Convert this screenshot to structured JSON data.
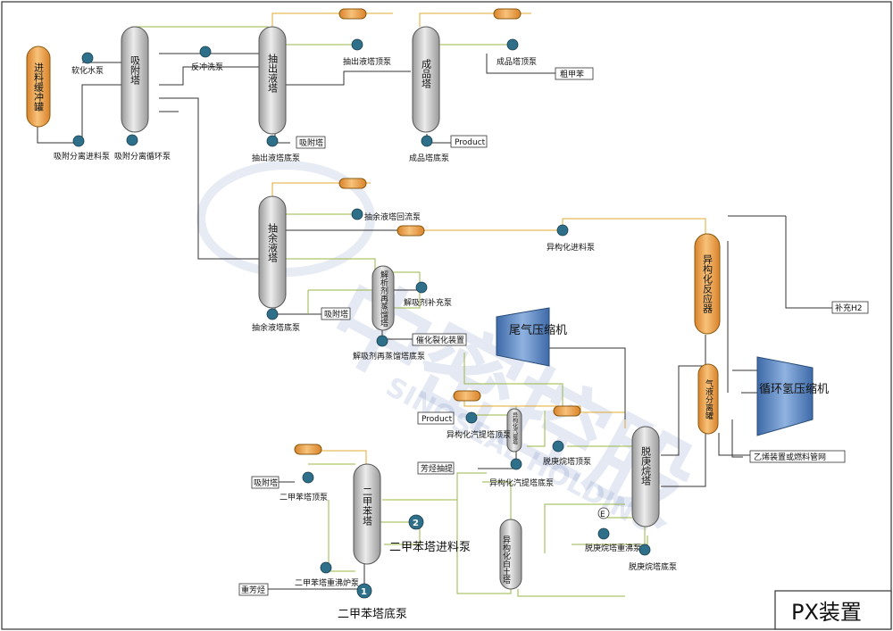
{
  "title": "PX装置",
  "colors": {
    "vessel_gray": "#c8c8c8",
    "vessel_orange": "#f0a040",
    "pump": "#2e6f8a",
    "compressor": "#4a78b8",
    "pipe_dark": "#333333",
    "pipe_green": "#9ab54a",
    "pipe_orange": "#e0a830",
    "watermark": "#3b5ea8"
  },
  "watermark": {
    "cn": "中密控股",
    "en": "SINOSEAL HOLDING"
  },
  "vessels": {
    "feed_tank": "进料缓冲罐",
    "adsorption_tower": "吸附塔",
    "extract_tower": "抽出液塔",
    "product_tower": "成品塔",
    "raffinate_tower": "抽余液塔",
    "desorbent_tower": "解析剂再蒸馏塔",
    "isomer_reactor": "异构化反应器",
    "gas_liquid_separator": "气液分离罐",
    "deheptanizer": "脱庚烷塔",
    "isomer_stripper": "异构化汽提塔",
    "xylene_tower": "二甲苯塔",
    "isomer_clay_tower": "异构化白土塔"
  },
  "compressors": {
    "tail_gas": "尾气压缩机",
    "recycle_h2": "循环氢压缩机"
  },
  "pumps": {
    "soft_water": "软化水泵",
    "adsorption_feed": "吸附分离进料泵",
    "adsorption_circ": "吸附分离循环泵",
    "flush": "反冲洗泵",
    "extract_top": "抽出液塔顶泵",
    "extract_bottom": "抽出液塔底泵",
    "product_top": "成品塔顶泵",
    "product_bottom": "成品塔底泵",
    "raffinate_reflux": "抽余液塔回流泵",
    "raffinate_bottom": "抽余液塔底泵",
    "isomer_feed": "异构化进料泵",
    "desorbent_makeup": "解吸剂补充泵",
    "desorbent_bottom": "解吸剂再蒸馏塔底泵",
    "stripper_top": "异构化汽提塔顶泵",
    "stripper_bottom": "异构化汽提塔底泵",
    "deheptanizer_top": "脱庚烷塔顶泵",
    "deheptanizer_reboil": "脱庚烷塔重沸泵",
    "deheptanizer_bottom": "脱庚烷塔底泵",
    "xylene_top": "二甲苯塔顶泵",
    "xylene_feed": "二甲苯塔进料泵",
    "xylene_reboil": "二甲苯塔重沸炉泵",
    "xylene_bottom": "二甲苯塔底泵"
  },
  "pump_numbers": {
    "xylene_feed": "2",
    "xylene_bottom": "1"
  },
  "exchanger_mark": "E",
  "outputs": {
    "crude_toluene": "粗甲苯",
    "product_1": "Product",
    "to_adsorption_1": "吸附塔",
    "to_adsorption_2": "吸附塔",
    "catalytic_reforming": "催化裂化装置",
    "makeup_h2": "补充H2",
    "ethylene_fuel": "乙烯装置或燃料管网",
    "product_2": "Product",
    "aromatics_extraction": "芳烃抽提",
    "to_adsorption_3": "吸附塔",
    "heavy_aromatics": "重芳烃"
  }
}
